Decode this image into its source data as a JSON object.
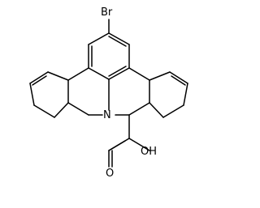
{
  "diagram": {
    "type": "chemical-structure",
    "atom_labels": {
      "bromine": "Br",
      "nitrogen": "N",
      "hydroxyl": "OH",
      "carbonyl_oxygen": "O"
    }
  },
  "colors": {
    "bond": "#000000",
    "background": "#ffffff"
  }
}
